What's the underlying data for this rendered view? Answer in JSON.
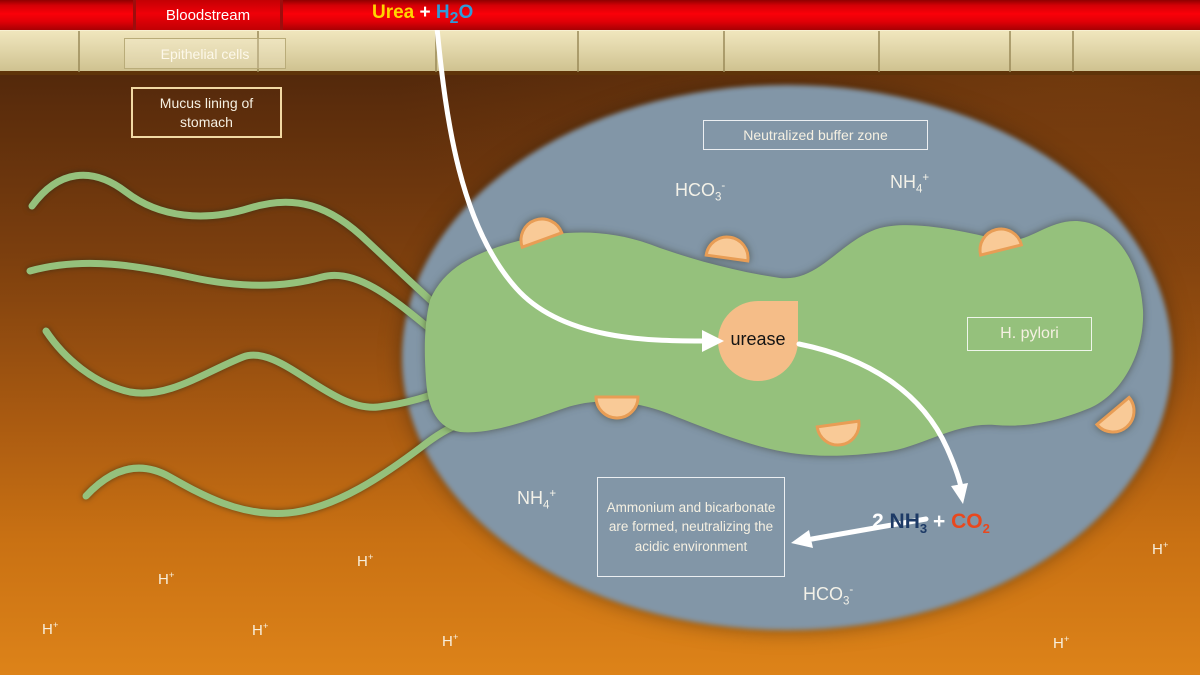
{
  "title_bar": {
    "bloodstream_label": "Bloodstream"
  },
  "reaction_top": {
    "urea": "Urea",
    "plus": "+",
    "water_base": "H",
    "water_sub": "2",
    "water_o": "O"
  },
  "layers": {
    "epithelial_label": "Epithelial cells",
    "mucus_label_line1": "Mucus lining of",
    "mucus_label_line2": "stomach"
  },
  "buffer_zone": {
    "label": "Neutralized buffer zone"
  },
  "bacterium": {
    "label": "H. pylori",
    "enzyme_label": "urease"
  },
  "ions": {
    "hco3": {
      "base": "HCO",
      "sub": "3",
      "sup": "-"
    },
    "nh4": {
      "base": "NH",
      "sub": "4",
      "sup": "+"
    },
    "h": {
      "base": "H",
      "sup": "+"
    }
  },
  "equation": {
    "coefficient": "2",
    "ammonia_base": "NH",
    "ammonia_sub": "3",
    "plus": "+",
    "co2_base": "CO",
    "co2_sub": "2"
  },
  "note_box": {
    "text": "Ammonium and bicarbonate are formed, neutralizing the acidic environment"
  },
  "colors": {
    "bloodstream_red": "#e80007",
    "urea_yellow": "#ffd400",
    "water_blue": "#2f9bd8",
    "epithelial_beige": "#ddd2a2",
    "mucus_brown_top": "#401f08",
    "mucus_orange_bottom": "#dd8319",
    "buffer_zone_gray": "#8296a7",
    "bacterium_green": "#95c17c",
    "enzyme_peach": "#f5bd88",
    "ammonia_navy": "#1d3a66",
    "co2_red": "#e8481e"
  }
}
